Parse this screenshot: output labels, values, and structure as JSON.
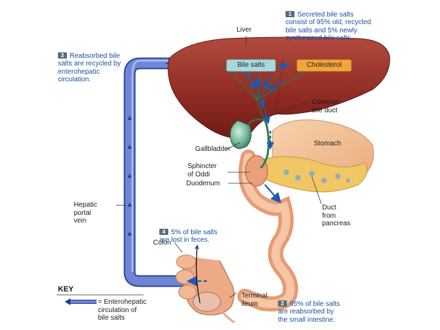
{
  "labels": {
    "liver": "Liver",
    "bile_salts": "Bile salts",
    "cholesterol": "Cholesterol",
    "common_bile_duct": "Common\nbile duct",
    "gallbladder": "Gallbladder",
    "stomach": "Stomach",
    "sphincter_of_oddi": "Sphincter\nof Oddi",
    "duodenum": "Duodenum",
    "duct_from_pancreas": "Duct\nfrom\npancreas",
    "hepatic_portal_vein": "Hepatic\nportal\nvein",
    "colon": "Colon",
    "terminal_ileum": "Terminal\nileum"
  },
  "steps": [
    {
      "number": "1",
      "text": "Secreted bile salts\nconsist of 95% old, recycled\nbile salts and 5% newly\nsynthesized bile salts."
    },
    {
      "number": "2",
      "text": "95% of bile salts\nare reabsorbed by\nthe small intestine."
    },
    {
      "number": "3",
      "text": "Reabsorbed bile\nsalts are recycled by\nenterohepatic\ncirculation."
    },
    {
      "number": "4",
      "text": "5% of bile salts\nare lost in feces."
    }
  ],
  "key": {
    "title": "KEY",
    "legend": "= Enterohepatic\ncirculation of\nbile salts"
  },
  "colors": {
    "liver": "#8e2a22",
    "liver_light": "#b7443a",
    "portal_vein": "#5a72c8",
    "portal_vein_dark": "#2f4696",
    "bile_salts_pill": "#a8d8dc",
    "cholesterol_pill": "#f0a53a",
    "gallbladder": "#4f9a78",
    "stomach": "#f4c49a",
    "intestine": "#f0aa84",
    "pancreas": "#f2c86a",
    "bile_duct": "#2e7d4f",
    "arrow": "#1d58b5",
    "step_text": "#1b4fa0"
  }
}
